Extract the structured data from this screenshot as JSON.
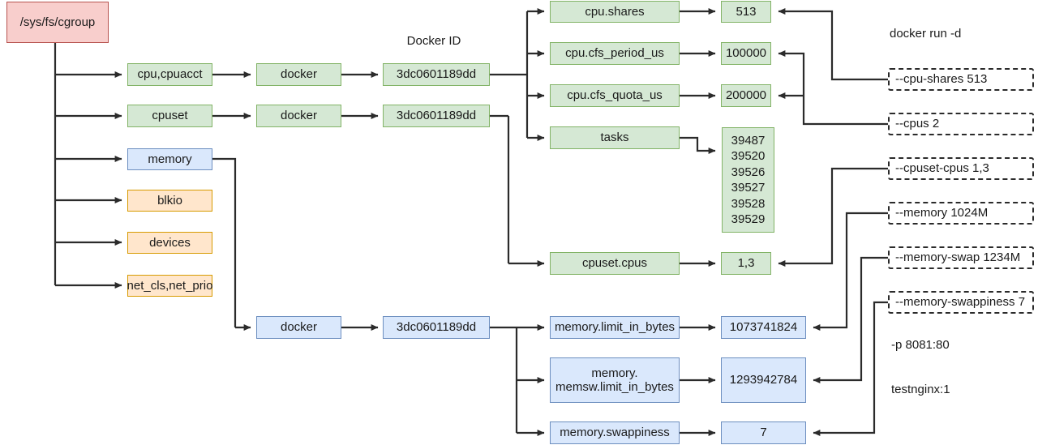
{
  "diagram": {
    "title_labels": {
      "docker_id": "Docker ID",
      "docker_run": "docker run -d"
    },
    "root": {
      "label": "/sys/fs/cgroup",
      "color": "#f8cecc"
    },
    "subsystems": [
      {
        "label": "cpu,cpuacct",
        "color": "#d5e8d4"
      },
      {
        "label": "cpuset",
        "color": "#d5e8d4"
      },
      {
        "label": "memory",
        "color": "#dae8fc"
      },
      {
        "label": "blkio",
        "color": "#ffe6cc"
      },
      {
        "label": "devices",
        "color": "#ffe6cc"
      },
      {
        "label": "net_cls,net_prio",
        "color": "#ffe6cc"
      }
    ],
    "docker_dirs": [
      {
        "label": "docker",
        "color": "#d5e8d4"
      },
      {
        "label": "docker",
        "color": "#d5e8d4"
      },
      {
        "label": "docker",
        "color": "#dae8fc"
      }
    ],
    "container_ids": [
      {
        "label": "3dc0601189dd",
        "color": "#d5e8d4"
      },
      {
        "label": "3dc0601189dd",
        "color": "#d5e8d4"
      },
      {
        "label": "3dc0601189dd",
        "color": "#dae8fc"
      }
    ],
    "cgroup_files": [
      {
        "name": "cpu.shares",
        "value": "513",
        "color": "#d5e8d4"
      },
      {
        "name": "cpu.cfs_period_us",
        "value": "100000",
        "color": "#d5e8d4"
      },
      {
        "name": "cpu.cfs_quota_us",
        "value": "200000",
        "color": "#d5e8d4"
      },
      {
        "name": "tasks",
        "value": "",
        "color": "#d5e8d4"
      },
      {
        "name": "cpuset.cpus",
        "value": "1,3",
        "color": "#d5e8d4"
      },
      {
        "name": "memory.limit_in_bytes",
        "value": "1073741824",
        "color": "#dae8fc"
      },
      {
        "name": "memory.\nmemsw.limit_in_bytes",
        "value": "1293942784",
        "color": "#dae8fc"
      },
      {
        "name": "memory.swappiness",
        "value": "7",
        "color": "#dae8fc"
      }
    ],
    "memsw_line1": "memory.",
    "memsw_line2": "memsw.limit_in_bytes",
    "tasks_pids": [
      "39487",
      "39520",
      "39526",
      "39527",
      "39528",
      "39529"
    ],
    "run_flags": [
      "--cpu-shares 513",
      "--cpus 2",
      "--cpuset-cpus 1,3",
      "--memory 1024M",
      "--memory-swap 1234M",
      "--memory-swappiness 7"
    ],
    "run_plain": [
      "-p 8081:80",
      "testnginx:1"
    ]
  }
}
